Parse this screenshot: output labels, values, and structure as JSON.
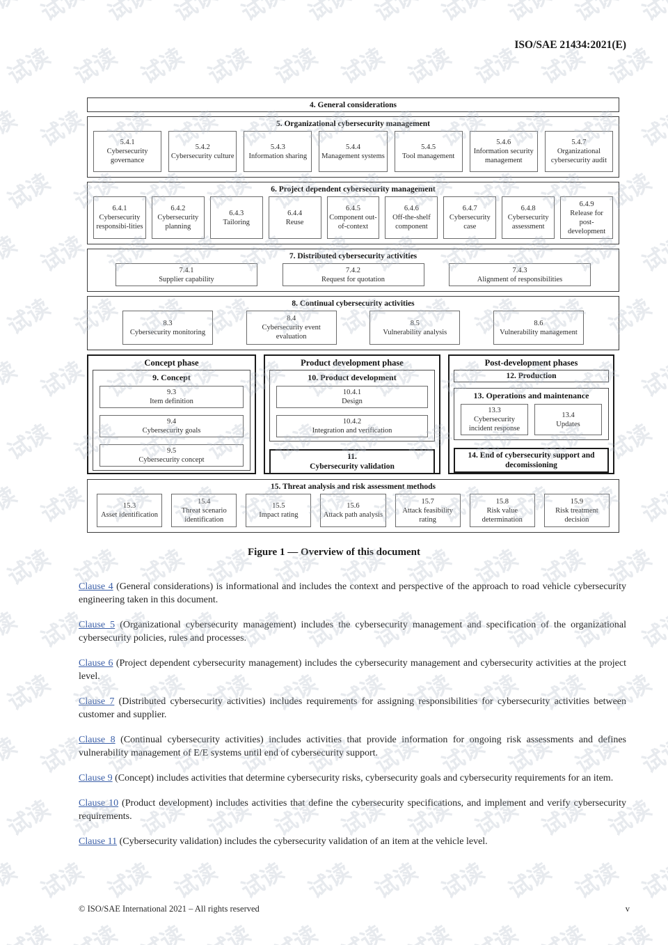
{
  "page": {
    "header_right": "ISO/SAE 21434:2021(E)",
    "footer_left": "© ISO/SAE International 2021 – All rights reserved",
    "footer_right": "v"
  },
  "watermark": {
    "text": "试读"
  },
  "figure": {
    "caption": "Figure 1 — Overview of this document",
    "row4": {
      "title": "4. General considerations"
    },
    "row5": {
      "title": "5. Organizational cybersecurity management",
      "items": [
        {
          "num": "5.4.1",
          "label": "Cybersecurity governance"
        },
        {
          "num": "5.4.2",
          "label": "Cybersecurity culture"
        },
        {
          "num": "5.4.3",
          "label": "Information sharing"
        },
        {
          "num": "5.4.4",
          "label": "Management systems"
        },
        {
          "num": "5.4.5",
          "label": "Tool management"
        },
        {
          "num": "5.4.6",
          "label": "Information security management"
        },
        {
          "num": "5.4.7",
          "label": "Organizational cybersecurity audit"
        }
      ]
    },
    "row6": {
      "title": "6. Project dependent cybersecurity management",
      "items": [
        {
          "num": "6.4.1",
          "label": "Cybersecurity responsibi-lities"
        },
        {
          "num": "6.4.2",
          "label": "Cybersecurity planning"
        },
        {
          "num": "6.4.3",
          "label": "Tailoring"
        },
        {
          "num": "6.4.4",
          "label": "Reuse"
        },
        {
          "num": "6.4.5",
          "label": "Component out-of-context"
        },
        {
          "num": "6.4.6",
          "label": "Off-the-shelf component"
        },
        {
          "num": "6.4.7",
          "label": "Cybersecurity case"
        },
        {
          "num": "6.4.8",
          "label": "Cybersecurity assessment"
        },
        {
          "num": "6.4.9",
          "label": "Release for post-development"
        }
      ]
    },
    "row7": {
      "title": "7. Distributed cybersecurity activities",
      "items": [
        {
          "num": "7.4.1",
          "label": "Supplier capability"
        },
        {
          "num": "7.4.2",
          "label": "Request for quotation"
        },
        {
          "num": "7.4.3",
          "label": "Alignment of responsibilities"
        }
      ]
    },
    "row8": {
      "title": "8. Continual cybersecurity activities",
      "items": [
        {
          "num": "8.3",
          "label": "Cybersecurity monitoring"
        },
        {
          "num": "8.4",
          "label": "Cybersecurity event evaluation"
        },
        {
          "num": "8.5",
          "label": "Vulnerability analysis"
        },
        {
          "num": "8.6",
          "label": "Vulnerability management"
        }
      ]
    },
    "concept": {
      "title": "Concept phase",
      "group_title": "9. Concept",
      "items": [
        {
          "num": "9.3",
          "label": "Item definition"
        },
        {
          "num": "9.4",
          "label": "Cybersecurity goals"
        },
        {
          "num": "9.5",
          "label": "Cybersecurity concept"
        }
      ]
    },
    "product": {
      "title": "Product development phase",
      "group_title": "10. Product development",
      "items": [
        {
          "num": "10.4.1",
          "label": "Design"
        },
        {
          "num": "10.4.2",
          "label": "Integration and verification"
        }
      ],
      "validation_num": "11.",
      "validation_label": "Cybersecurity validation"
    },
    "post": {
      "title": "Post-development phases",
      "production": "12. Production",
      "ops_title": "13. Operations and maintenance",
      "ops_items": [
        {
          "num": "13.3",
          "label": "Cybersecurity incident response"
        },
        {
          "num": "13.4",
          "label": "Updates"
        }
      ],
      "end": "14. End of cybersecurity support and decomissioning"
    },
    "row15": {
      "title": "15. Threat analysis and risk assessment methods",
      "items": [
        {
          "num": "15.3",
          "label": "Asset identification"
        },
        {
          "num": "15.4",
          "label": "Threat scenario identification"
        },
        {
          "num": "15.5",
          "label": "Impact rating"
        },
        {
          "num": "15.6",
          "label": "Attack path analysis"
        },
        {
          "num": "15.7",
          "label": "Attack feasibility rating"
        },
        {
          "num": "15.8",
          "label": "Risk value determination"
        },
        {
          "num": "15.9",
          "label": "Risk treatment decision"
        }
      ]
    }
  },
  "paragraphs": [
    {
      "link": "Clause 4",
      "rest": " (General considerations) is informational and includes the context and perspective of the approach to road vehicle cybersecurity engineering taken in this document."
    },
    {
      "link": "Clause 5",
      "rest": " (Organizational cybersecurity management) includes the cybersecurity management and specification of the organizational cybersecurity policies, rules and processes."
    },
    {
      "link": "Clause 6",
      "rest": " (Project dependent cybersecurity management) includes the cybersecurity management and cybersecurity activities at the project level."
    },
    {
      "link": "Clause 7",
      "rest": " (Distributed cybersecurity activities) includes requirements for assigning responsibilities for cybersecurity activities between customer and supplier."
    },
    {
      "link": "Clause 8",
      "rest": " (Continual cybersecurity activities) includes activities that provide information for ongoing risk assessments and defines vulnerability management of E/E systems until end of cybersecurity support."
    },
    {
      "link": "Clause 9",
      "rest": " (Concept) includes activities that determine cybersecurity risks, cybersecurity goals and cybersecurity requirements for an item."
    },
    {
      "link": "Clause 10",
      "rest": " (Product development) includes activities that define the cybersecurity specifications, and implement and verify cybersecurity requirements."
    },
    {
      "link": "Clause 11",
      "rest": " (Cybersecurity validation) includes the cybersecurity validation of an item at the vehicle level."
    }
  ]
}
